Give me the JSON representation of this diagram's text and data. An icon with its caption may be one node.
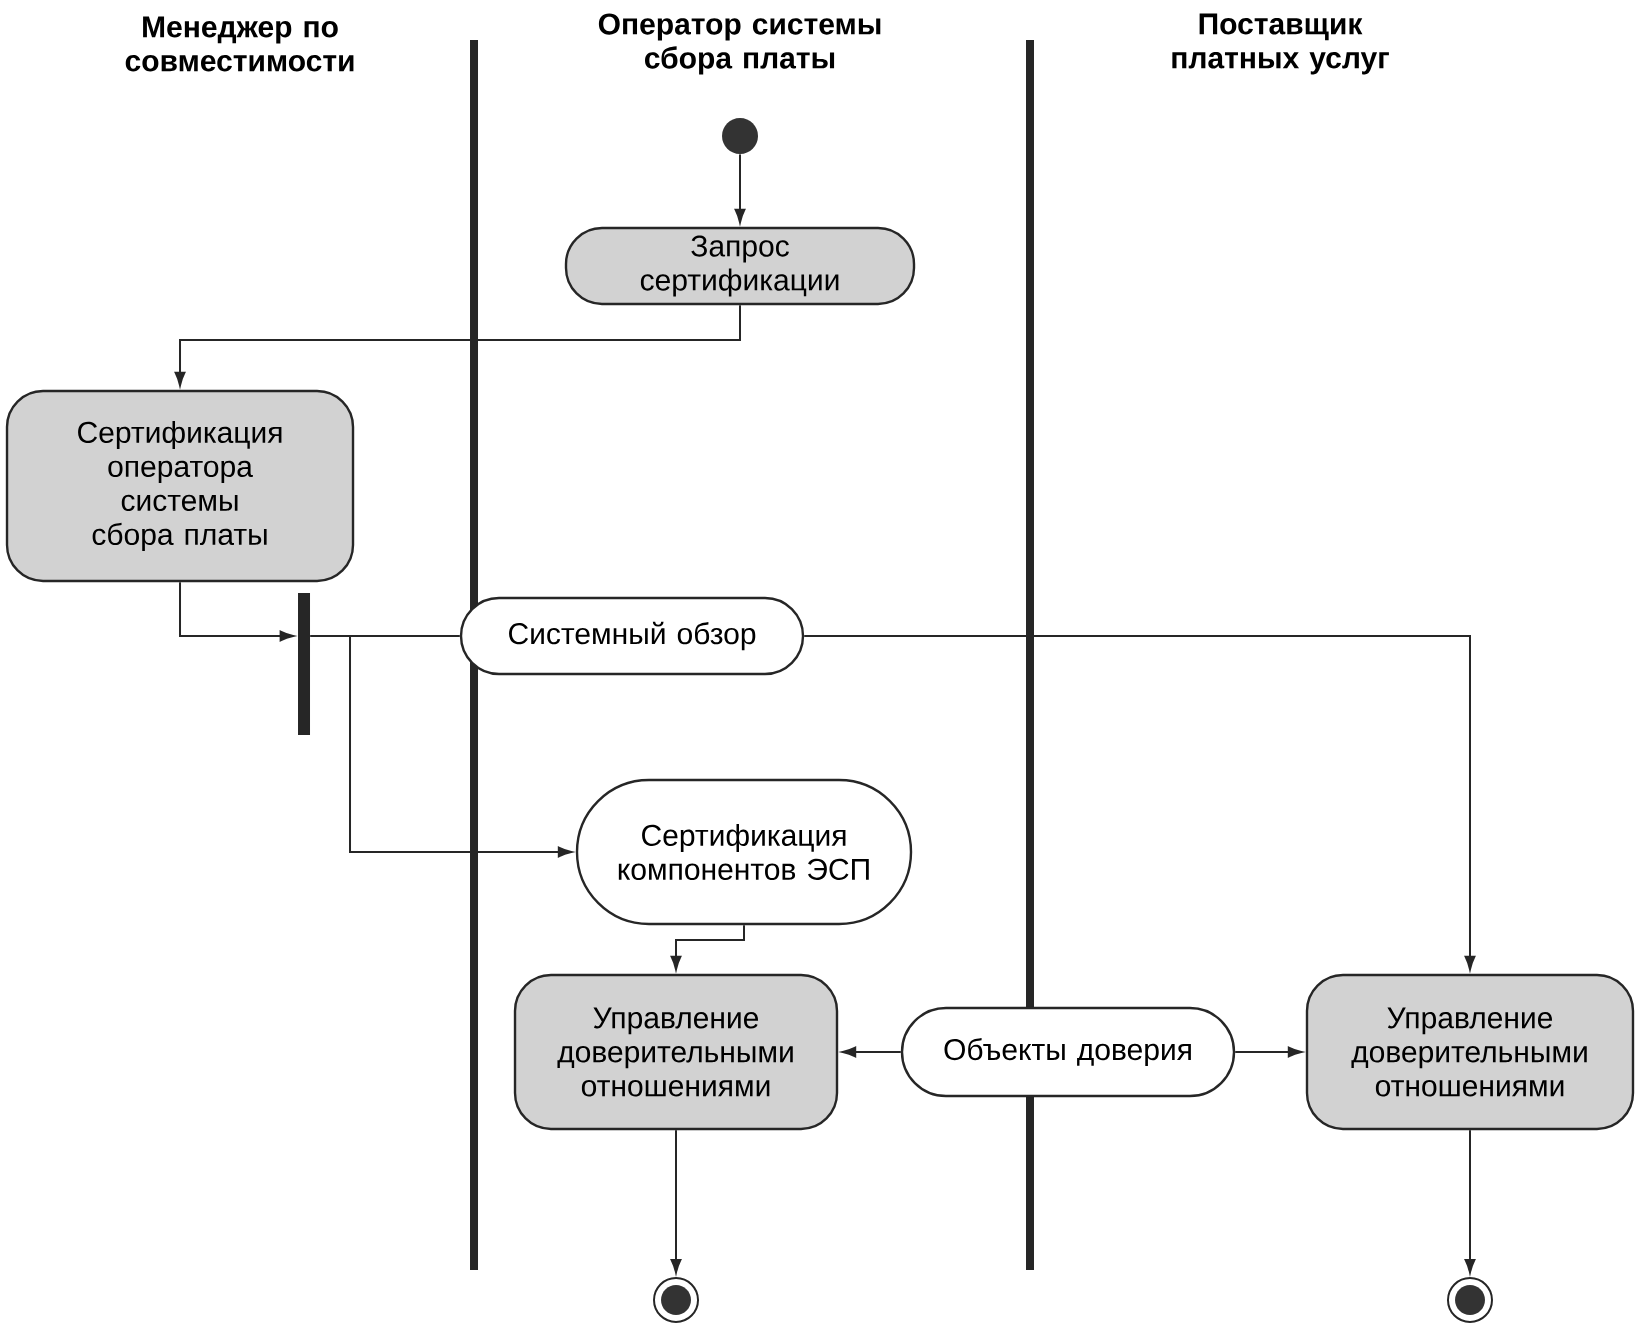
{
  "diagram": {
    "nodes": [
      {
        "text": [],
        "shape": "circle"
      },
      {
        "text": [
          "Запрос сертификации"
        ]
      },
      {
        "text": [
          "Сертификация оператора системы сбора платы"
        ]
      },
      {
        "text": [],
        "shape": "bar"
      },
      {
        "text": [
          "Системный обзор"
        ]
      },
      {
        "text": [
          "Сертификация компонентов ЭСП"
        ]
      },
      {
        "text": [
          "Управление доверительными отношениями"
        ]
      },
      {
        "text": [
          "Объекты доверия"
        ]
      },
      {
        "text": [
          "Управление доверительными отношениями"
        ]
      },
      {
        "text": [],
        "shape": "circle"
      },
      {
        "text": [],
        "shape": "circle"
      }
    ],
    "edges": [
      {
        "from": 0,
        "to": 1,
        "arrow": "to"
      },
      {
        "from": 1,
        "to": 2,
        "arrow": "to"
      },
      {
        "from": 2,
        "to": 3,
        "arrow": "to"
      },
      {
        "from": 3,
        "to": 4,
        "arrow": "none"
      },
      {
        "from": 4,
        "to": 8,
        "arrow": "to"
      },
      {
        "from": 3,
        "to": 5,
        "arrow": "to"
      },
      {
        "from": 5,
        "to": 6,
        "arrow": "to"
      },
      {
        "from": 7,
        "to": 6,
        "arrow": "to"
      },
      {
        "from": 7,
        "to": 8,
        "arrow": "to"
      },
      {
        "from": 6,
        "to": 9,
        "arrow": "to"
      },
      {
        "from": 8,
        "to": 10,
        "arrow": "to"
      }
    ],
    "labels": [
      "Менеджер по совместимости",
      "Оператор системы сбора платы",
      "Поставщик платных услуг"
    ]
  }
}
